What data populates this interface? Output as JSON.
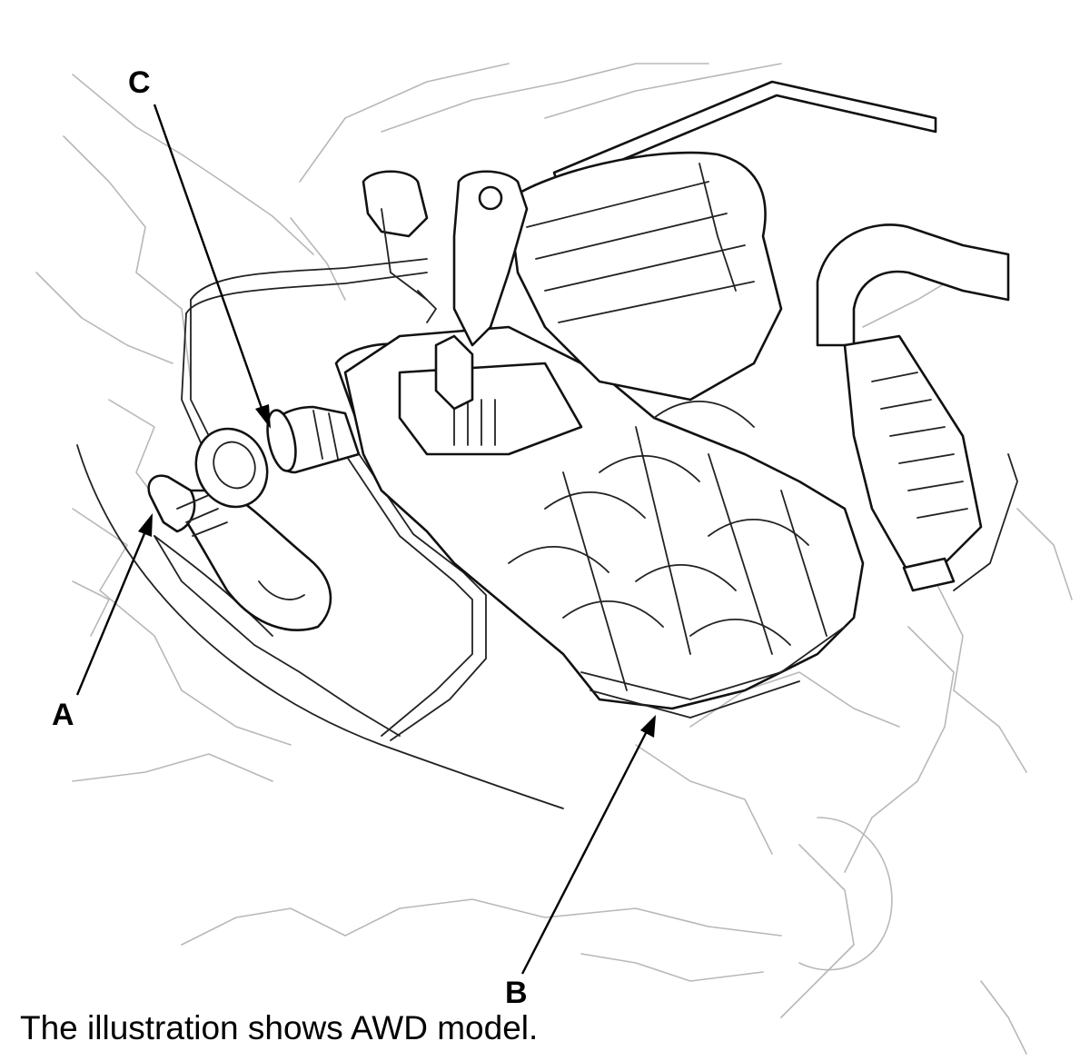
{
  "diagram": {
    "callouts": {
      "a": "A",
      "b": "B",
      "c": "C"
    },
    "caption": "The illustration shows AWD model.",
    "colors": {
      "line_art": "#111111",
      "background_art": "#b8b8b8",
      "paper": "#ffffff"
    }
  }
}
